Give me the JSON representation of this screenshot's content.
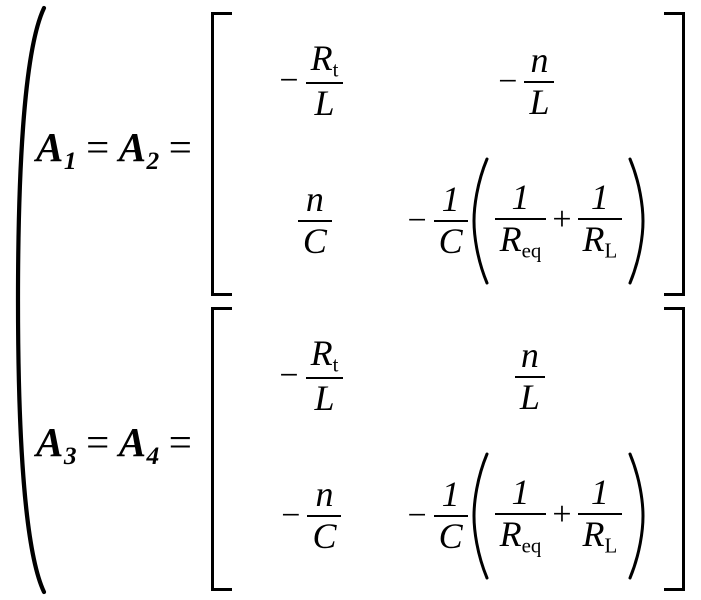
{
  "equation": {
    "kind": "matrix-equation",
    "outer_bracket": "(",
    "rows": [
      {
        "id": "row1",
        "lhs": {
          "symbol_1": "A",
          "subscript_1": "1",
          "equals_1": "=",
          "symbol_2": "A",
          "subscript_2": "2",
          "equals_2": "="
        },
        "matrix": {
          "left_bracket": "[",
          "right_bracket": "]",
          "entries": {
            "a11": {
              "sign": "−",
              "numerator": "R",
              "numerator_subscript": "t",
              "denominator": "L"
            },
            "a12": {
              "sign": "−",
              "numerator": "n",
              "denominator": "L"
            },
            "a21": {
              "sign": "",
              "numerator": "n",
              "denominator": "C"
            },
            "a22": {
              "sign": "−",
              "factor_numerator": "1",
              "factor_denominator": "C",
              "open_paren": "(",
              "term1_numerator": "1",
              "term1_denominator": "R",
              "term1_denominator_subscript": "eq",
              "plus": "+",
              "term2_numerator": "1",
              "term2_denominator": "R",
              "term2_denominator_subscript": "L",
              "close_paren": ")"
            }
          }
        }
      },
      {
        "id": "row2",
        "lhs": {
          "symbol_1": "A",
          "subscript_1": "3",
          "equals_1": "=",
          "symbol_2": "A",
          "subscript_2": "4",
          "equals_2": "="
        },
        "matrix": {
          "left_bracket": "[",
          "right_bracket": "]",
          "entries": {
            "a11": {
              "sign": "−",
              "numerator": "R",
              "numerator_subscript": "t",
              "denominator": "L"
            },
            "a12": {
              "sign": "",
              "numerator": "n",
              "denominator": "L"
            },
            "a21": {
              "sign": "−",
              "numerator": "n",
              "denominator": "C"
            },
            "a22": {
              "sign": "−",
              "factor_numerator": "1",
              "factor_denominator": "C",
              "open_paren": "(",
              "term1_numerator": "1",
              "term1_denominator": "R",
              "term1_denominator_subscript": "eq",
              "plus": "+",
              "term2_numerator": "1",
              "term2_denominator": "R",
              "term2_denominator_subscript": "L",
              "close_paren": ")"
            }
          }
        }
      }
    ]
  },
  "style": {
    "ink_color": "#000000",
    "background_color": "#ffffff"
  }
}
